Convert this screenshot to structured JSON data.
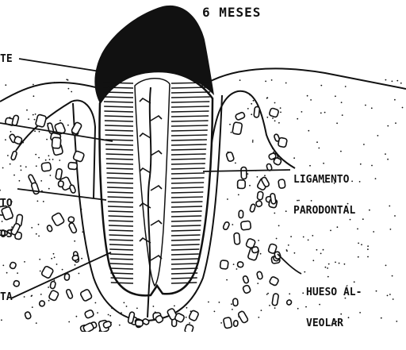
{
  "title": "6 MESES",
  "labels": {
    "ligamento": [
      "LIGAMENTO",
      "PARODONTAL"
    ],
    "hueso": [
      "HUESO ÁL-",
      "VEOLAR"
    ],
    "left_top": "TE",
    "left_mid": [
      "TO",
      "OS"
    ],
    "left_bottom": "TA"
  },
  "colors": {
    "ink": "#111111",
    "paper": "#ffffff"
  }
}
